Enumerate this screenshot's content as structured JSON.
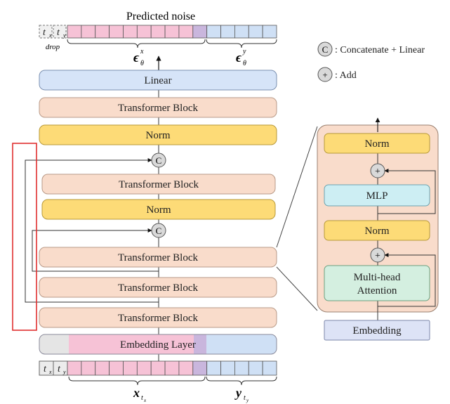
{
  "top_label": "Predicted noise",
  "drop_label": "drop",
  "token_labels": {
    "tx": "t",
    "tx_sub": "x",
    "ty": "t",
    "ty_sub": "y"
  },
  "epsilon_x": {
    "main": "ϵ",
    "sub": "θ",
    "sup": "x"
  },
  "epsilon_y": {
    "main": "ϵ",
    "sub": "θ",
    "sup": "y"
  },
  "input_x": {
    "main": "x",
    "sub": "t",
    "subsub": "x"
  },
  "input_y": {
    "main": "y",
    "sub": "t",
    "subsub": "y"
  },
  "legend": {
    "concat_symbol": "C",
    "concat_text": ": Concatenate + Linear",
    "add_symbol": "+",
    "add_text": ": Add"
  },
  "main_stack": {
    "linear": "Linear",
    "transformer_block": "Transformer Block",
    "norm": "Norm",
    "concat": "C",
    "embedding_layer": "Embedding Layer"
  },
  "detail": {
    "norm": "Norm",
    "add": "+",
    "mlp": "MLP",
    "mha_line1": "Multi-head",
    "mha_line2": "Attention",
    "embedding": "Embedding"
  },
  "colors": {
    "linear": "#d6e4f8",
    "transformer": "#f9dccb",
    "norm": "#fddb77",
    "mlp": "#cdeef3",
    "attention": "#d4efe0",
    "embedding_box": "#dde3f6",
    "pink": "#f6c2d6",
    "purple": "#c9b6dd",
    "blue": "#cfe0f5",
    "gray": "#e5e5e5",
    "highlight": "#e03030",
    "panel": "#f9dccb"
  }
}
